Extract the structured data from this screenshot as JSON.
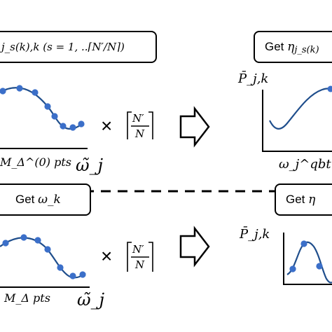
{
  "top": {
    "box_left": "j_s(k),k  (s = 1, ..⌈N′/N⌉)",
    "box_right_prefix": "Get",
    "box_right_symbol": "η",
    "box_right_sub": "j_s(k)",
    "left_axis_label": "M_Δ^(0) pts",
    "omega_label": "ω̃_j",
    "multiplier": "×",
    "ceil_num": "N′",
    "ceil_den": "N",
    "right_y_label": "P̄_j,k",
    "right_x_label": "ω_j^qbt"
  },
  "bottom": {
    "box_left_prefix": "Get",
    "box_left_symbol": "ω_k",
    "box_right_prefix": "Get",
    "box_right_symbol": "η",
    "left_axis_label": "M_Δ pts",
    "omega_label": "ω̃_j",
    "multiplier": "×",
    "ceil_num": "N′",
    "ceil_den": "N",
    "right_y_label": "P̄_j,k"
  },
  "colors": {
    "curve": "#1f4e8c",
    "points": "#3b6fc9"
  }
}
